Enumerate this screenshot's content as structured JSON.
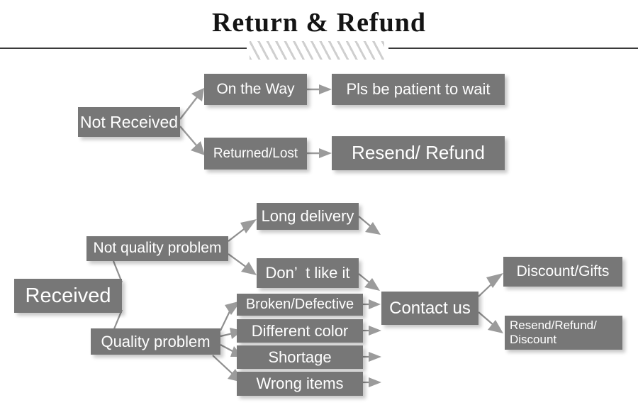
{
  "header": {
    "title": "Return & Refund",
    "divider_icon": "diagonal-hatch-divider"
  },
  "colors": {
    "node_fill": "#777777",
    "node_text": "#ffffff",
    "arrow": "#9b9b9b",
    "divider_line": "#3a3a3a",
    "divider_hatch": "#cfcfcf",
    "background": "#ffffff"
  },
  "flow": {
    "branches": [
      {
        "id": "not-received",
        "root": "Not Received",
        "paths": [
          {
            "condition": "On the Way",
            "outcome": "Pls be patient to wait"
          },
          {
            "condition": "Returned/Lost",
            "outcome": "Resend/ Refund"
          }
        ]
      },
      {
        "id": "received",
        "root": "Received",
        "categories": [
          {
            "label": "Not quality problem",
            "reasons": [
              "Long delivery",
              "Don’  t like it"
            ]
          },
          {
            "label": "Quality problem",
            "reasons": [
              "Broken/Defective",
              "Different color",
              "Shortage",
              "Wrong items"
            ]
          }
        ],
        "action": "Contact us",
        "resolutions": [
          "Discount/Gifts",
          "Resend/Refund/\nDiscount"
        ]
      }
    ]
  },
  "nodes": {
    "not_received": "Not Received",
    "on_the_way": "On the Way",
    "pls_be_patient": "Pls be patient to wait",
    "returned_lost": "Returned/Lost",
    "resend_refund": "Resend/ Refund",
    "received": "Received",
    "not_quality_problem": "Not quality problem",
    "quality_problem": "Quality problem",
    "long_delivery": "Long delivery",
    "dont_like_it": "Don’  t like it",
    "broken_defective": "Broken/Defective",
    "different_color": "Different color",
    "shortage": "Shortage",
    "wrong_items": "Wrong items",
    "contact_us": "Contact us",
    "discount_gifts": "Discount/Gifts",
    "resend_refund_discount": "Resend/Refund/\nDiscount"
  }
}
